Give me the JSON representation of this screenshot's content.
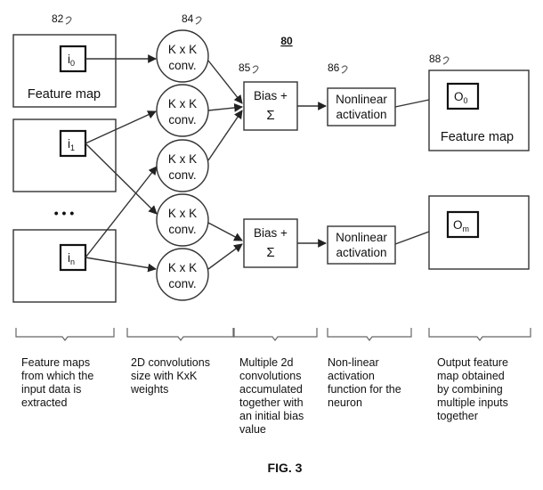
{
  "figure": {
    "number_label": "80",
    "caption": "FIG. 3"
  },
  "refs": {
    "input": "82",
    "conv": "84",
    "bias": "85",
    "act": "86",
    "out": "88"
  },
  "inputs": {
    "i0": {
      "base": "i",
      "sub": "0"
    },
    "i1": {
      "base": "i",
      "sub": "1"
    },
    "in": {
      "base": "i",
      "sub": "n"
    },
    "caption": "Feature map",
    "ellipsis": "• • •"
  },
  "conv": {
    "line1": "K x K",
    "line2": "conv."
  },
  "bias": {
    "line1": "Bias +",
    "line2": "Σ"
  },
  "activation": {
    "line1": "Nonlinear",
    "line2": "activation"
  },
  "outputs": {
    "o0": {
      "base": "O",
      "sub": "0"
    },
    "om": {
      "base": "O",
      "sub": "m"
    },
    "caption": "Feature map"
  },
  "descriptions": {
    "inputs": [
      "Feature maps",
      "from which the",
      "input data is",
      "extracted"
    ],
    "conv": [
      "2D convolutions",
      "size with KxK",
      "weights"
    ],
    "bias": [
      "Multiple 2d",
      "convolutions",
      "accumulated",
      "together with",
      "an initial bias",
      "value"
    ],
    "act": [
      "Non-linear",
      "activation",
      "function for the",
      "neuron"
    ],
    "out": [
      "Output feature",
      "map obtained",
      "by combining",
      "multiple inputs",
      "together"
    ]
  }
}
